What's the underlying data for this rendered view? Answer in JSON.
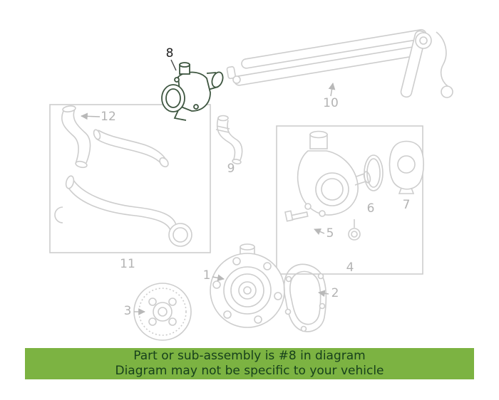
{
  "diagram": {
    "description": "Exploded auto parts diagram of engine cooling components",
    "line_color": "#cdcdcd",
    "label_color": "#b3b3b3",
    "highlight_color": "#3e5640",
    "highlighted_part": "8",
    "part_labels": {
      "p1": "1",
      "p2": "2",
      "p3": "3",
      "p4": "4",
      "p5": "5",
      "p6": "6",
      "p7": "7",
      "p8": "8",
      "p9": "9",
      "p10": "10",
      "p11": "11",
      "p12": "12"
    }
  },
  "banner": {
    "line1": "Part or sub-assembly is #8 in diagram",
    "line2": "Diagram may not be specific to your vehicle",
    "background": "#7cb342",
    "text_color": "#17411c"
  }
}
